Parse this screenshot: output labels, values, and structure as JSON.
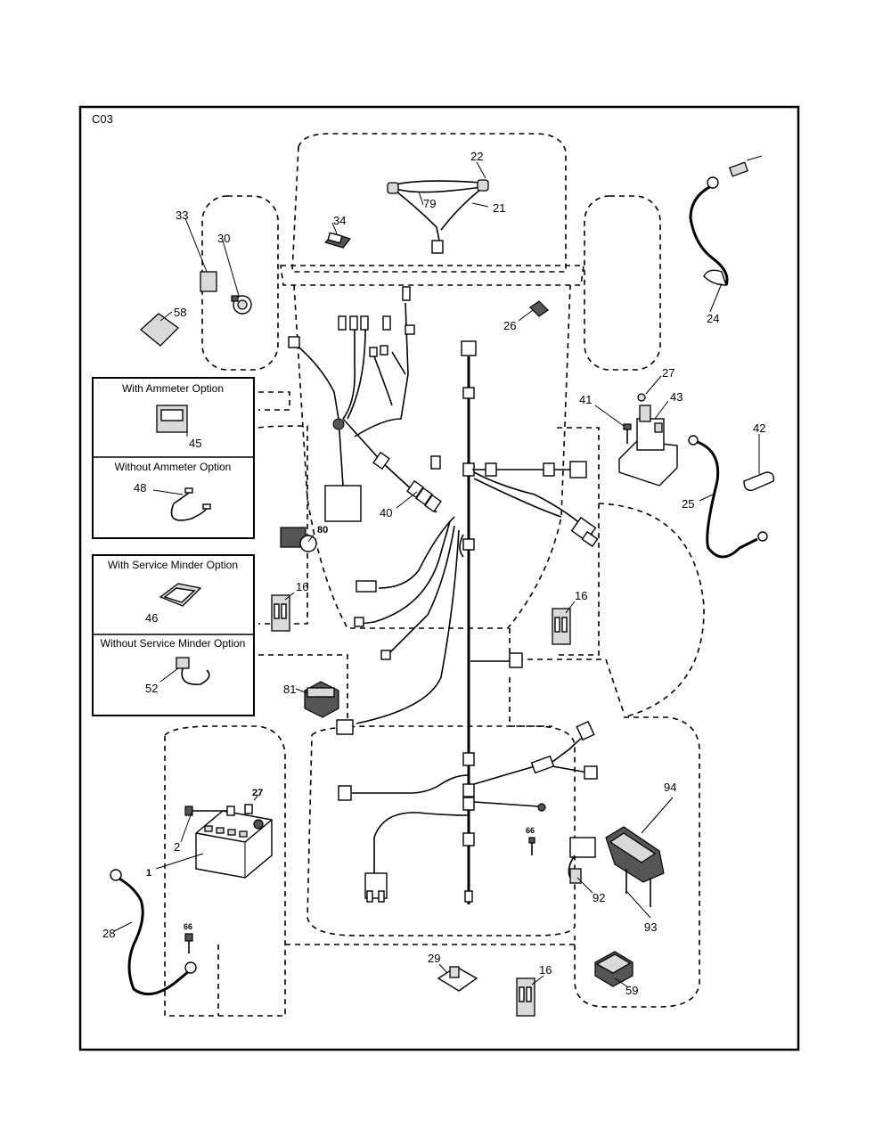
{
  "diagram": {
    "code": "C03",
    "options": {
      "ammeter_with": "With Ammeter Option",
      "ammeter_without": "Without Ammeter Option",
      "minder_with": "With Service Minder Option",
      "minder_without": "Without Service Minder Option"
    },
    "callouts": {
      "c22": "22",
      "c21": "21",
      "c79": "79",
      "c34": "34",
      "c33": "33",
      "c30": "30",
      "c58": "58",
      "c26": "26",
      "c24": "24",
      "c27a": "27",
      "c41": "41",
      "c43": "43",
      "c42": "42",
      "c25": "25",
      "c45": "45",
      "c48": "48",
      "c40": "40",
      "c80": "80",
      "c16a": "16",
      "c16b": "16",
      "c46": "46",
      "c52": "52",
      "c81": "81",
      "c27b": "27",
      "c2": "2",
      "c1": "1",
      "c66a": "66",
      "c94": "94",
      "c92": "92",
      "c93": "93",
      "c28": "28",
      "c66b": "66",
      "c29": "29",
      "c16c": "16",
      "c59": "59"
    }
  }
}
